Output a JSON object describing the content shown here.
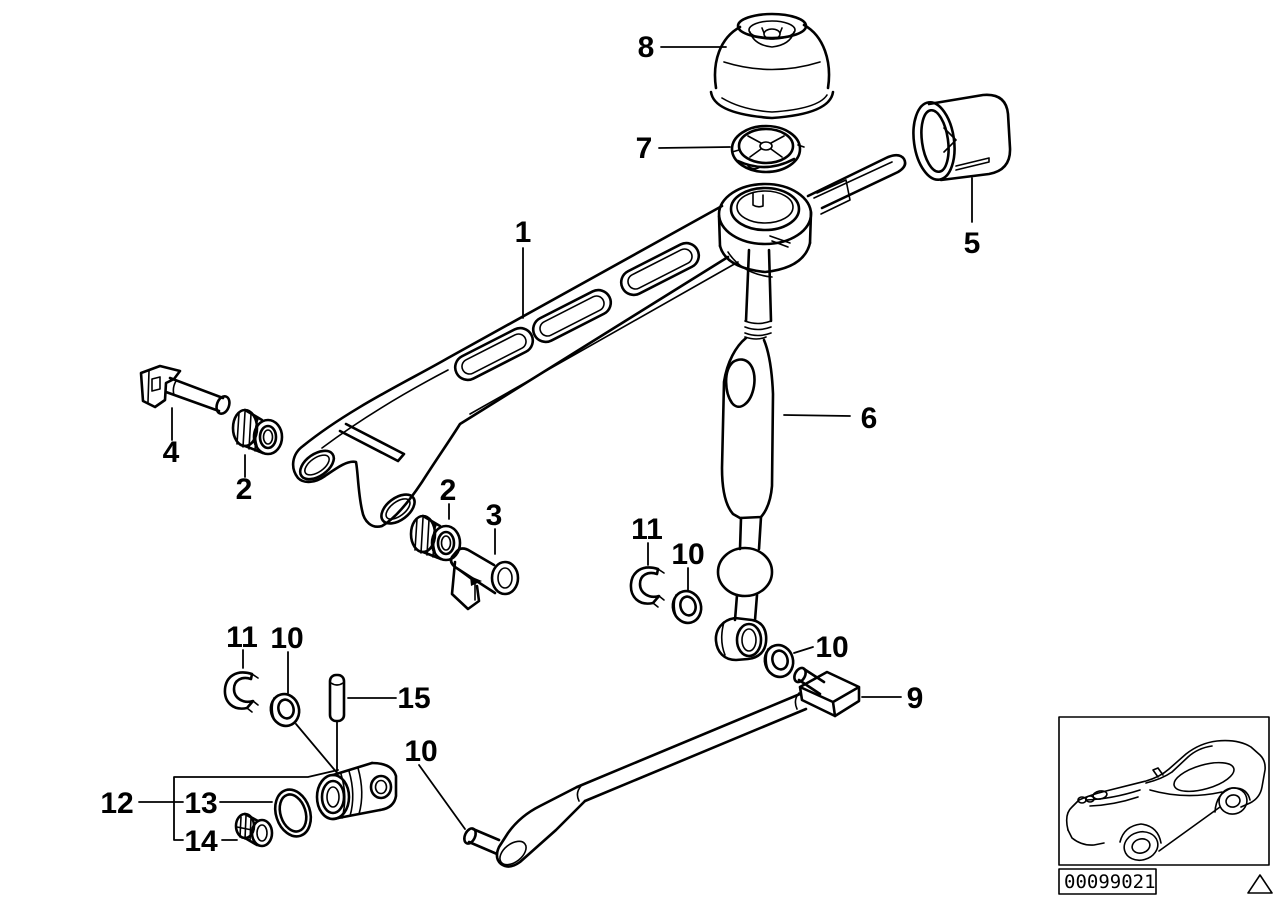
{
  "diagram_kind": "exploded-parts-drawing",
  "callouts": [
    {
      "label": "8"
    },
    {
      "label": "7"
    },
    {
      "label": "5"
    },
    {
      "label": "1"
    },
    {
      "label": "6"
    },
    {
      "label": "4"
    },
    {
      "label": "2"
    },
    {
      "label": "2"
    },
    {
      "label": "3"
    },
    {
      "label": "11"
    },
    {
      "label": "10"
    },
    {
      "label": "10"
    },
    {
      "label": "9"
    },
    {
      "label": "11"
    },
    {
      "label": "10"
    },
    {
      "label": "15"
    },
    {
      "label": "10"
    },
    {
      "label": "12"
    },
    {
      "label": "13"
    },
    {
      "label": "14"
    }
  ],
  "stamp": {
    "image_code": "00099021",
    "icons": [
      "car-icon",
      "warning-triangle-icon"
    ]
  },
  "colors": {
    "line": "#000000",
    "background": "#ffffff"
  }
}
